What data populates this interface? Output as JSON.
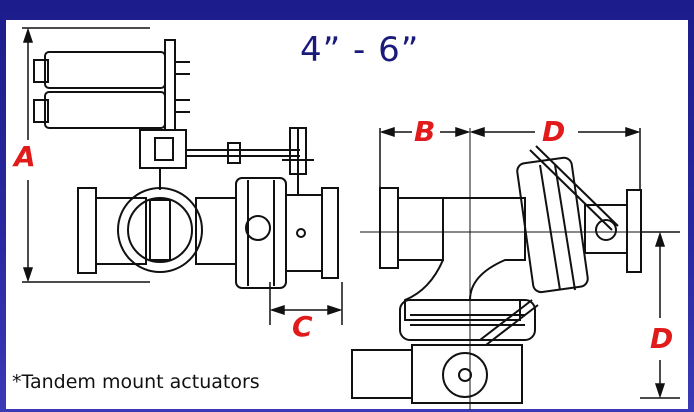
{
  "title": "4”  -  6”",
  "labels": {
    "a": "A",
    "b": "B",
    "c": "C",
    "d_top": "D",
    "d_right": "D"
  },
  "note": "*Tandem mount actuators",
  "colors": {
    "frame": "#1a1a7a",
    "accent": "#e11b1b",
    "title": "#1a1a7a"
  }
}
